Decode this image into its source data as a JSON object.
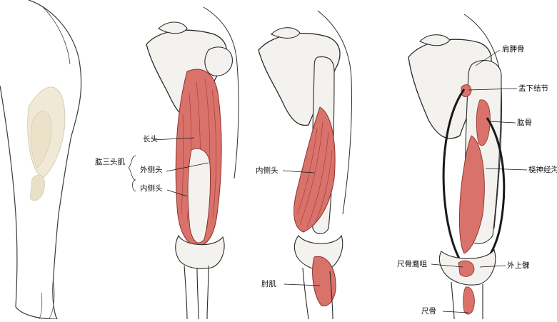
{
  "palette": {
    "outline": "#2b2b2b",
    "muscle": "#d9726a",
    "muscle_dark": "#b9453f",
    "bone": "#f4f2ee",
    "skin": "#f7f3ea",
    "nerve": "#1a1a1a"
  },
  "panels": {
    "panel_1": {
      "labels": {
        "group": "肱三头肌",
        "long_head": "长头",
        "lateral_head": "外侧头",
        "medial_head": "内侧头"
      }
    },
    "panel_2": {
      "labels": {
        "medial_head": "内侧头",
        "anconeus": "肘肌"
      }
    },
    "panel_3": {
      "labels": {
        "scapula": "肩胛骨",
        "infraglenoid_tubercle": "盂下结节",
        "humerus": "肱骨",
        "radial_groove": "桡神经沟",
        "olecranon": "尺骨鹰咀",
        "lateral_epicondyle": "外上髁",
        "ulna": "尺骨"
      }
    }
  }
}
